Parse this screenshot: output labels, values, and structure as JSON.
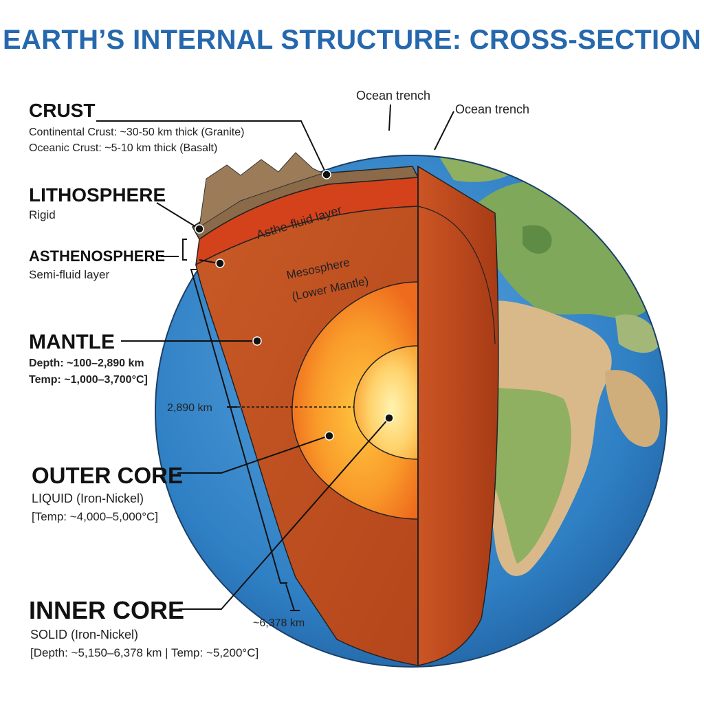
{
  "title": "EARTH’S INTERNAL STRUCTURE: CROSS-SECTION",
  "labels": {
    "crust": {
      "heading": "CRUST",
      "line1": "Continental Crust: ~30-50 km thick (Granite)",
      "line2": "Oceanic Crust: ~5-10 km thick (Basalt)"
    },
    "lithosphere": {
      "heading": "LITHOSPHERE",
      "line1": "Rigid"
    },
    "asthenosphere": {
      "heading": "ASTHENOSPHERE",
      "line1": "Semi-fluid layer"
    },
    "mantle": {
      "heading": "MANTLE",
      "line1": "Depth: ~100–2,890 km",
      "line2": "Temp: ~1,000–3,700°C]"
    },
    "outer_core": {
      "heading": "OUTER CORE",
      "line1": "LIQUID (Iron-Nickel)",
      "line2": "[Temp: ~4,000–5,000°C]"
    },
    "inner_core": {
      "heading": "INNER CORE",
      "line1": "SOLID (Iron-Nickel)",
      "line2": "[Depth: ~5,150–6,378 km | Temp: ~5,200°C]"
    }
  },
  "annotations": {
    "ocean_trench_1": "Ocean trench",
    "ocean_trench_2": "Ocean trench",
    "asthenosphere_band": "Asthe-fluid layer",
    "mesosphere_line1": "Mesosphere",
    "mesosphere_line2": "(Lower Mantle)",
    "depth_core_boundary": "2,890 km",
    "depth_center": "~6,378 km"
  },
  "colors": {
    "title": "#2668ad",
    "ocean": "#2f7fc4",
    "land": "#7fa85a",
    "desert": "#d9b98a",
    "mantle": "#c9551e",
    "asthenosphere": "#d4421c",
    "outer_core": "#f7902a",
    "inner_core": "#ffd06a"
  }
}
